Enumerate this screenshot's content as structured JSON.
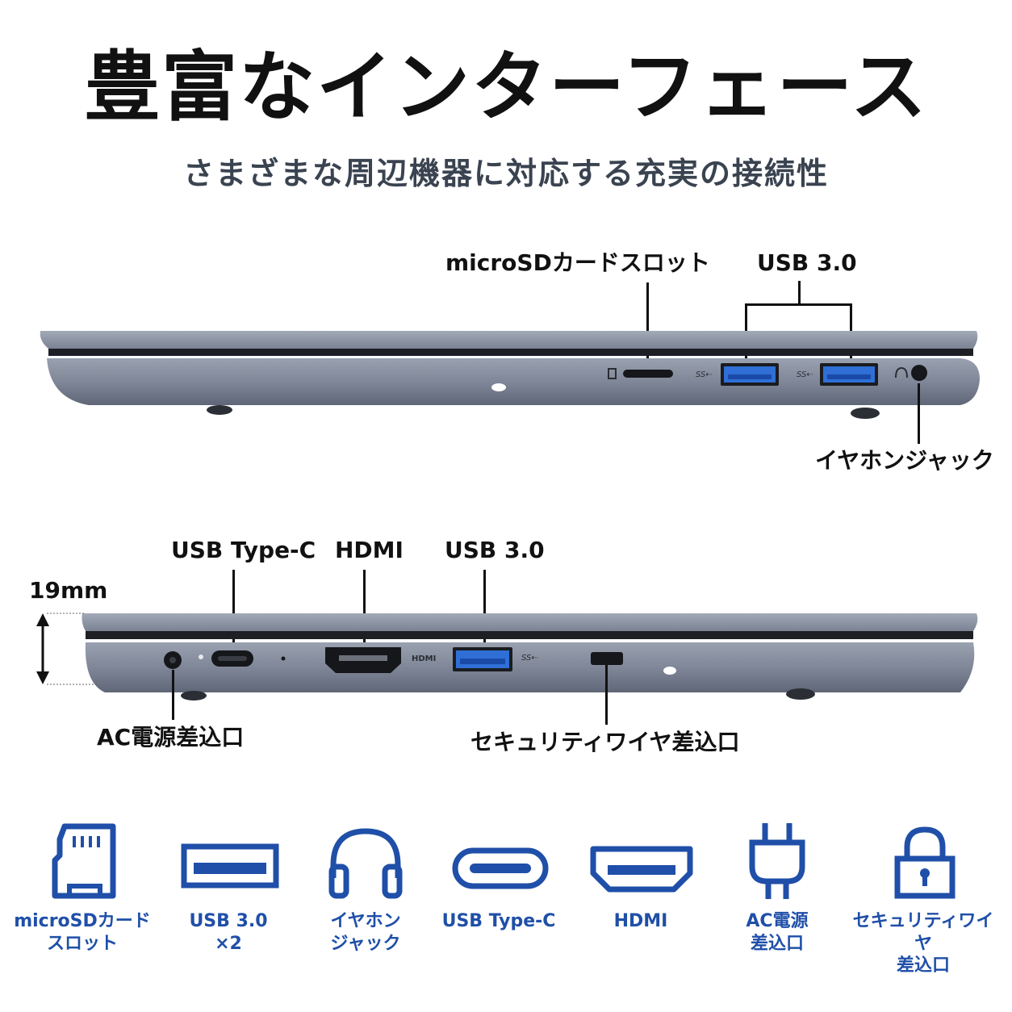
{
  "header": {
    "title": "豊富なインターフェース",
    "subtitle": "さまざまな周辺機器に対応する充実の接続性"
  },
  "right_side": {
    "microsd_label": "microSDカードスロット",
    "usb_label": "USB 3.0",
    "earphone_label": "イヤホンジャック"
  },
  "left_side": {
    "typec_label": "USB Type-C",
    "hdmi_label": "HDMI",
    "usb_label": "USB 3.0",
    "thickness_label": "19mm",
    "ac_label": "AC電源差込口",
    "security_label": "セキュリティワイヤ差込口",
    "hdmi_port_text": "HDMI"
  },
  "icons": [
    {
      "icon": "microsd-icon",
      "caption": "microSDカード\nスロット"
    },
    {
      "icon": "usb-icon",
      "caption": "USB 3.0\n×2"
    },
    {
      "icon": "headphone-icon",
      "caption": "イヤホン\nジャック"
    },
    {
      "icon": "usb-c-icon",
      "caption": "USB Type-C"
    },
    {
      "icon": "hdmi-icon",
      "caption": "HDMI"
    },
    {
      "icon": "plug-icon",
      "caption": "AC電源\n差込口"
    },
    {
      "icon": "lock-icon",
      "caption": "セキュリティワイヤ\n差込口"
    }
  ],
  "colors": {
    "accent": "#1f4fa8",
    "usb_blue": "#2f6fd6",
    "chassis": "#7d8597"
  }
}
